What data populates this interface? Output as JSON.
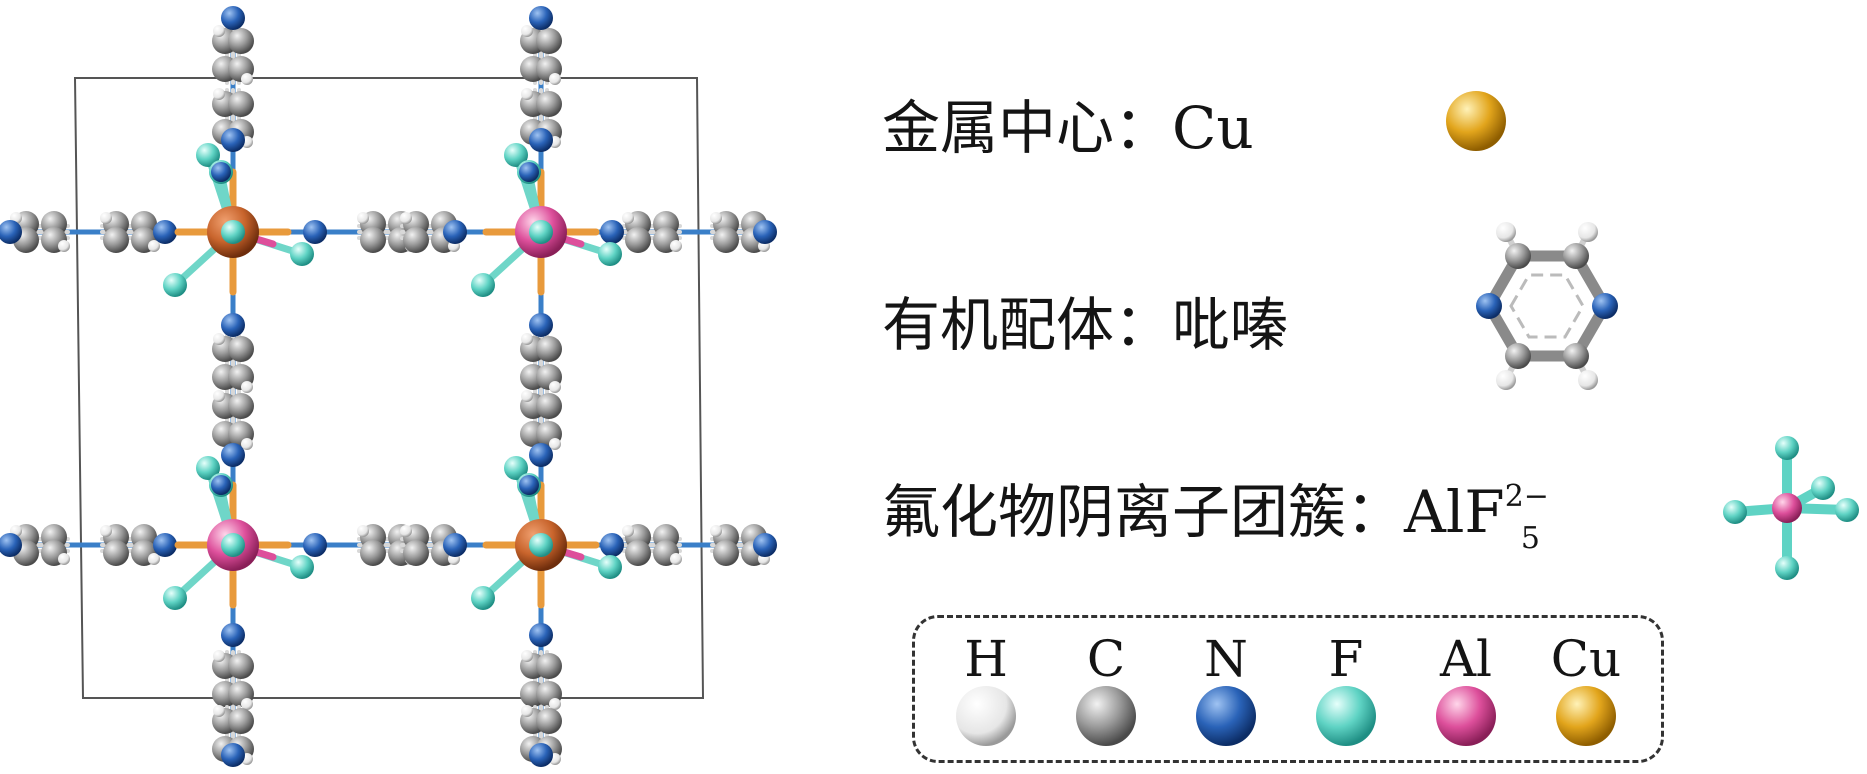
{
  "legend_rows": {
    "metal": {
      "label": "金属中心：Cu"
    },
    "ligand": {
      "label": "有机配体：吡嗪"
    },
    "anion": {
      "label": "氟化物阴离子团簇：AlF",
      "sub": "5",
      "sup": "2−"
    }
  },
  "elements": [
    {
      "symbol": "H",
      "color": "#f2f2f2"
    },
    {
      "symbol": "C",
      "color": "#9a9a9a"
    },
    {
      "symbol": "N",
      "color": "#2a63b8"
    },
    {
      "symbol": "F",
      "color": "#5fd3c4"
    },
    {
      "symbol": "Al",
      "color": "#dd4f9b"
    },
    {
      "symbol": "Cu",
      "color": "#e2a51c"
    }
  ]
}
